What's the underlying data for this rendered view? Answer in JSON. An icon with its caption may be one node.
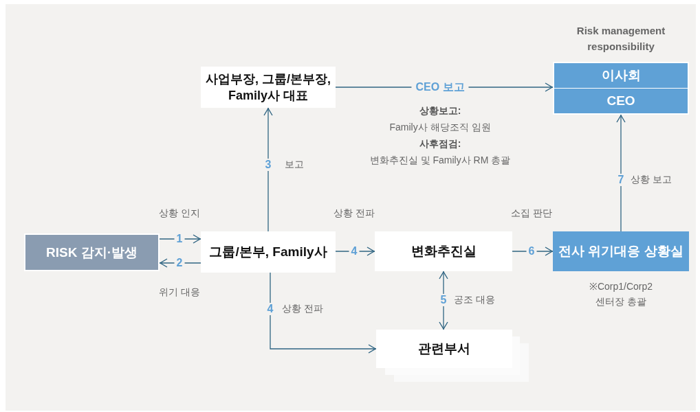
{
  "diagram": {
    "nodes": [
      {
        "text": [
          "RISK 감지·발생"
        ]
      },
      {
        "text": [
          "그룹/본부, Family사"
        ]
      },
      {
        "text": [
          "사업부장, 그룹/본부장, Family사 대표"
        ]
      },
      {
        "text": [
          "변화추진실"
        ]
      },
      {
        "text": [
          "관련부서"
        ]
      },
      {
        "text": [],
        "shape": "box"
      },
      {
        "text": [
          "이사회"
        ],
        "in": 5
      },
      {
        "text": [
          "CEO"
        ],
        "in": 5
      },
      {
        "text": [
          "전사 위기대응 상황실"
        ],
        "beside": [
          "※Corp1/Corp2 센터장 총괄"
        ]
      }
    ],
    "edges": [
      {
        "from": 0,
        "to": 1,
        "arrow": "to",
        "label": "1"
      },
      {
        "from": 1,
        "to": 0,
        "arrow": "to",
        "label": "2"
      },
      {
        "from": 1,
        "to": 2,
        "arrow": "to",
        "label": "3"
      },
      {
        "from": 1,
        "to": 3,
        "arrow": "to",
        "label": "4"
      },
      {
        "from": 1,
        "to": 4,
        "arrow": "to",
        "label": "4"
      },
      {
        "from": 3,
        "to": 4,
        "arrow": "both",
        "label": "5"
      },
      {
        "from": 3,
        "to": 8,
        "arrow": "to",
        "label": "6"
      },
      {
        "from": 8,
        "to": 5,
        "arrow": "to",
        "label": "7"
      },
      {
        "from": 2,
        "to": 5,
        "arrow": "to",
        "label": "CEO 보고"
      }
    ],
    "labels": [
      "Risk management responsibility",
      "상황보고:",
      "Family사 해당조직 임원",
      "사후점검:",
      "변화추진실 및 Family사 RM 총괄",
      "상황 인지",
      "위기 대응",
      "보고",
      "상황 전파",
      "상황 전파",
      "공조 대응",
      "소집 판단",
      "상황 보고"
    ]
  }
}
